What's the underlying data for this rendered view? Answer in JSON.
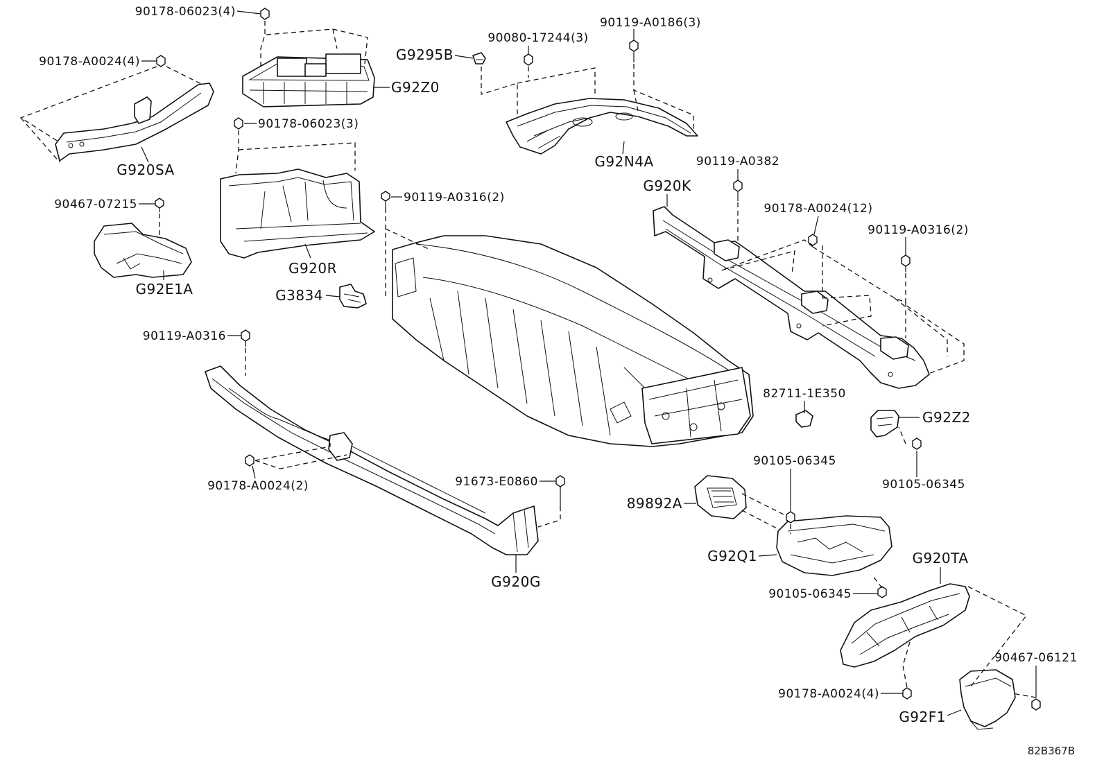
{
  "diagram": {
    "reference_code": "82B367B",
    "labels": [
      {
        "id": "l1",
        "text": "90178-06023(4)",
        "kind": "num",
        "anchor": "end"
      },
      {
        "id": "l2",
        "text": "90178-A0024(4)",
        "kind": "num",
        "anchor": "end"
      },
      {
        "id": "l3",
        "text": "G92Z0",
        "kind": "code",
        "anchor": "start"
      },
      {
        "id": "l4",
        "text": "90178-06023(3)",
        "kind": "num",
        "anchor": "start"
      },
      {
        "id": "l5",
        "text": "G920SA",
        "kind": "code",
        "anchor": "middle"
      },
      {
        "id": "l6",
        "text": "90467-07215",
        "kind": "num",
        "anchor": "end"
      },
      {
        "id": "l7",
        "text": "G920R",
        "kind": "code",
        "anchor": "middle"
      },
      {
        "id": "l8",
        "text": "G92E1A",
        "kind": "code",
        "anchor": "middle"
      },
      {
        "id": "l9",
        "text": "G3834",
        "kind": "code",
        "anchor": "end"
      },
      {
        "id": "l10",
        "text": "G9295B",
        "kind": "code",
        "anchor": "end"
      },
      {
        "id": "l11",
        "text": "90080-17244(3)",
        "kind": "num",
        "anchor": "middle"
      },
      {
        "id": "l12",
        "text": "90119-A0186(3)",
        "kind": "num",
        "anchor": "middle"
      },
      {
        "id": "l13",
        "text": "G92N4A",
        "kind": "code",
        "anchor": "middle"
      },
      {
        "id": "l14",
        "text": "90119-A0316(2)",
        "kind": "num",
        "anchor": "start"
      },
      {
        "id": "l15",
        "text": "90119-A0382",
        "kind": "num",
        "anchor": "middle"
      },
      {
        "id": "l16",
        "text": "G920K",
        "kind": "code",
        "anchor": "middle"
      },
      {
        "id": "l17",
        "text": "90178-A0024(12)",
        "kind": "num",
        "anchor": "middle"
      },
      {
        "id": "l18",
        "text": "90119-A0316(2)",
        "kind": "num",
        "anchor": "middle"
      },
      {
        "id": "l19",
        "text": "90119-A0316",
        "kind": "num",
        "anchor": "end"
      },
      {
        "id": "l20",
        "text": "82711-1E350",
        "kind": "num",
        "anchor": "middle"
      },
      {
        "id": "l21",
        "text": "G92Z2",
        "kind": "code",
        "anchor": "start"
      },
      {
        "id": "l22",
        "text": "90105-06345",
        "kind": "num",
        "anchor": "middle"
      },
      {
        "id": "l23",
        "text": "90105-06345",
        "kind": "num",
        "anchor": "middle"
      },
      {
        "id": "l24",
        "text": "90178-A0024(2)",
        "kind": "num",
        "anchor": "middle"
      },
      {
        "id": "l25",
        "text": "91673-E0860",
        "kind": "num",
        "anchor": "end"
      },
      {
        "id": "l26",
        "text": "89892A",
        "kind": "code",
        "anchor": "end"
      },
      {
        "id": "l27",
        "text": "G920G",
        "kind": "code",
        "anchor": "middle"
      },
      {
        "id": "l28",
        "text": "G92Q1",
        "kind": "code",
        "anchor": "end"
      },
      {
        "id": "l29",
        "text": "G920TA",
        "kind": "code",
        "anchor": "middle"
      },
      {
        "id": "l30",
        "text": "90105-06345",
        "kind": "num",
        "anchor": "end"
      },
      {
        "id": "l31",
        "text": "90467-06121",
        "kind": "num",
        "anchor": "middle"
      },
      {
        "id": "l32",
        "text": "90178-A0024(4)",
        "kind": "num",
        "anchor": "end"
      },
      {
        "id": "l33",
        "text": "G92F1",
        "kind": "code",
        "anchor": "end"
      }
    ]
  }
}
